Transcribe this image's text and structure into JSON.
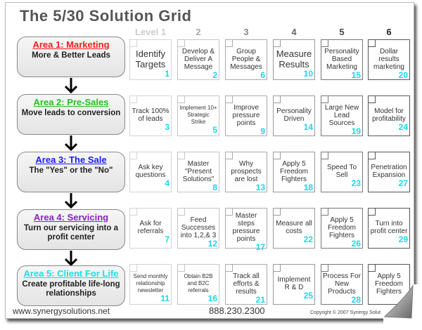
{
  "title": "The 5/30 Solution Grid",
  "areas": [
    {
      "name": "Area 1: Marketing",
      "desc": "More & Better Leads",
      "color": "#ff1a1a"
    },
    {
      "name": "Area 2: Pre-Sales",
      "desc": "Move leads to conversion",
      "color": "#1fc41f"
    },
    {
      "name": "Area 3: The Sale",
      "desc": "The \"Yes\" or the \"No\"",
      "color": "#1a1aff"
    },
    {
      "name": "Area 4: Servicing",
      "desc": "Turn our servicing into a profit center",
      "color": "#8a1fc4"
    },
    {
      "name": "Area 5: Client For Life",
      "desc": "Create profitable life-long relationships",
      "color": "#1ae0f0"
    }
  ],
  "levels": [
    {
      "label": "Level 1",
      "color": "#cccccc"
    },
    {
      "label": "2",
      "color": "#aaaaaa"
    },
    {
      "label": "3",
      "color": "#888888"
    },
    {
      "label": "4",
      "color": "#666666"
    },
    {
      "label": "5",
      "color": "#444444"
    },
    {
      "label": "6",
      "color": "#222222"
    }
  ],
  "grid": [
    [
      {
        "text": "Identify Targets",
        "num": "1",
        "big": true
      },
      {
        "text": "Develop & Deliver A Message",
        "num": "2"
      },
      {
        "text": "Group People & Messages",
        "num": "6"
      },
      {
        "text": "Measure Results",
        "num": "10",
        "big": true
      },
      {
        "text": "Personality Based Marketing",
        "num": "15"
      },
      {
        "text": "Dollar results marketing",
        "num": "20"
      }
    ],
    [
      {
        "text": "Track 100% of leads",
        "num": "3"
      },
      {
        "text": "Implement 10+ Strategic Strike",
        "num": "5",
        "small": true
      },
      {
        "text": "Improve pressure points",
        "num": "9"
      },
      {
        "text": "Personality Driven",
        "num": "14"
      },
      {
        "text": "Large New Lead Sources",
        "num": "19"
      },
      {
        "text": "Model for profitability",
        "num": "24"
      }
    ],
    [
      {
        "text": "Ask key questions",
        "num": "4"
      },
      {
        "text": "Master \"Present Solutions\"",
        "num": "8"
      },
      {
        "text": "Why prospects are lost",
        "num": "13"
      },
      {
        "text": "Apply 5 Freedom Fighters",
        "num": "18"
      },
      {
        "text": "Speed To Sell",
        "num": "23"
      },
      {
        "text": "Penetration Expansion",
        "num": "27"
      }
    ],
    [
      {
        "text": "Ask for referrals",
        "num": "7"
      },
      {
        "text": "Feed Successes into 1,2,& 3",
        "num": "12"
      },
      {
        "text": "Master steps pressure points",
        "num": "17"
      },
      {
        "text": "Measure all costs",
        "num": "22"
      },
      {
        "text": "Apply 5 Freedom Fighters",
        "num": "26"
      },
      {
        "text": "Turn into profit center",
        "num": "29"
      }
    ],
    [
      {
        "text": "Send monthly relationship newsletter",
        "num": "11",
        "small": true
      },
      {
        "text": "Obtain B2B and B2C referrals",
        "num": "16",
        "small": true
      },
      {
        "text": "Track all efforts & results",
        "num": "21"
      },
      {
        "text": "Implement R & D",
        "num": "25"
      },
      {
        "text": "Process For New Products",
        "num": "28"
      },
      {
        "text": "Apply 5 Freedom Fighters",
        "num": ""
      }
    ]
  ],
  "cell_border_colors": [
    "#d4d4d4",
    "#c4c4c4",
    "#aaaaaa",
    "#999999",
    "#777777",
    "#555555"
  ],
  "footer": {
    "website": "www.synergysolutions.net",
    "phone": "888.230.2300",
    "copyright": "Copyright © 2007 Synergy Solut"
  }
}
